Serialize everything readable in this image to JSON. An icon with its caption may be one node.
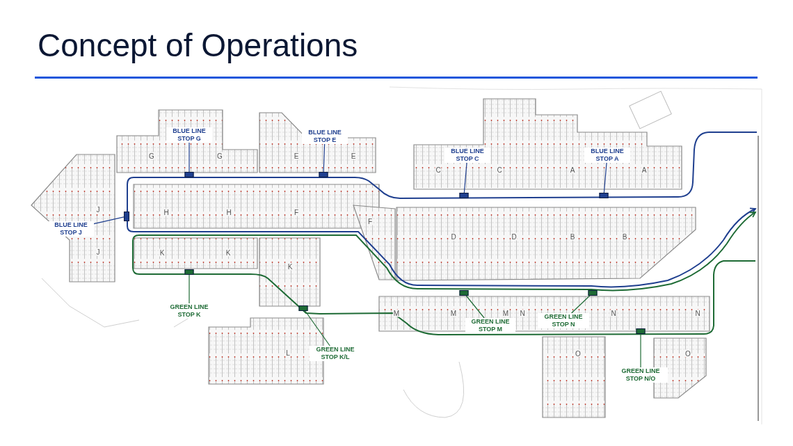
{
  "diagram": {
    "title": "Concept of Operations",
    "nodes": [
      {
        "text": [
          "BLUE LINE STOP G"
        ]
      },
      {
        "text": [],
        "shape": "box"
      },
      {
        "text": [
          "BLUE LINE STOP E"
        ]
      },
      {
        "text": [],
        "shape": "box"
      },
      {
        "text": [
          "BLUE LINE STOP C"
        ]
      },
      {
        "text": [],
        "shape": "box"
      },
      {
        "text": [
          "BLUE LINE STOP A"
        ]
      },
      {
        "text": [],
        "shape": "box"
      },
      {
        "text": [
          "BLUE LINE STOP J"
        ]
      },
      {
        "text": [],
        "shape": "box"
      },
      {
        "text": [
          "GREEN LINE STOP K"
        ]
      },
      {
        "text": [],
        "shape": "box"
      },
      {
        "text": [
          "GREEN LINE STOP K/L"
        ]
      },
      {
        "text": [],
        "shape": "box"
      },
      {
        "text": [
          "GREEN LINE STOP M"
        ]
      },
      {
        "text": [],
        "shape": "box"
      },
      {
        "text": [
          "GREEN LINE STOP N"
        ]
      },
      {
        "text": [],
        "shape": "box"
      },
      {
        "text": [
          "GREEN LINE STOP N/O"
        ]
      },
      {
        "text": [],
        "shape": "box"
      }
    ],
    "edges": [
      {
        "from": 0,
        "to": 1,
        "arrow": "none",
        "color": "#1f3f8f"
      },
      {
        "from": 2,
        "to": 3,
        "arrow": "none",
        "color": "#1f3f8f"
      },
      {
        "from": 4,
        "to": 5,
        "arrow": "none",
        "color": "#1f3f8f"
      },
      {
        "from": 6,
        "to": 7,
        "arrow": "none",
        "color": "#1f3f8f"
      },
      {
        "from": 8,
        "to": 9,
        "arrow": "none",
        "color": "#1f3f8f"
      },
      {
        "from": 10,
        "to": 11,
        "arrow": "none",
        "color": "#1e6b35"
      },
      {
        "from": 12,
        "to": 13,
        "arrow": "none",
        "color": "#1e6b35"
      },
      {
        "from": 14,
        "to": 15,
        "arrow": "none",
        "color": "#1e6b35"
      },
      {
        "from": 16,
        "to": 17,
        "arrow": "none",
        "color": "#1e6b35"
      },
      {
        "from": 18,
        "to": 19,
        "arrow": "none",
        "color": "#1e6b35"
      }
    ],
    "labels": [
      "G",
      "G",
      "E",
      "E",
      "C",
      "C",
      "A",
      "A",
      "J",
      "H",
      "H",
      "F",
      "F",
      "D",
      "D",
      "B",
      "B",
      "J",
      "K",
      "K",
      "K",
      "M",
      "M",
      "M",
      "N",
      "N",
      "N",
      "L",
      "O",
      "O"
    ]
  }
}
